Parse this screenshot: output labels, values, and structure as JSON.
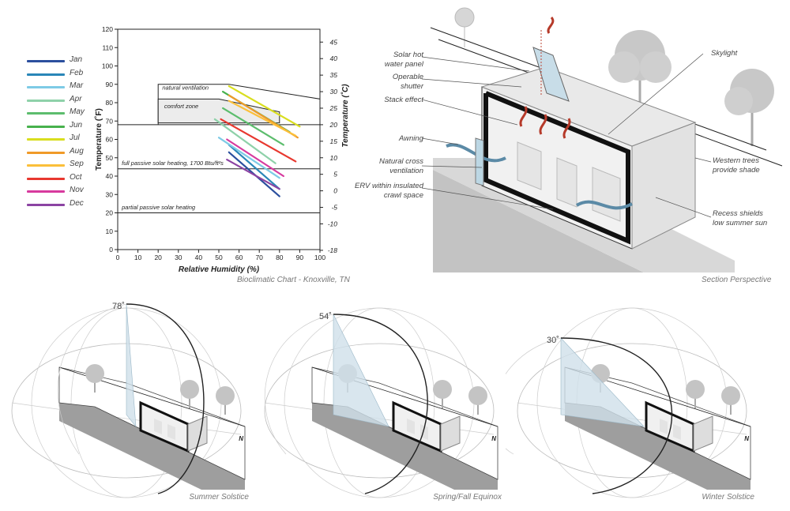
{
  "chart": {
    "caption": "Bioclimatic Chart - Knoxville, TN",
    "ylabel_left": "Temperature (˚F)",
    "ylabel_right": "Temperature (˚C)",
    "xlabel": "Relative Humidity (%)",
    "zones": {
      "natural_ventilation": "natural ventilation",
      "comfort_zone": "comfort zone",
      "full_passive": "full passive solar heating, 1700 Btu/ft²s",
      "partial_passive": "partial passive solar heating"
    }
  },
  "chart_data": {
    "type": "line",
    "xlim": [
      0,
      100
    ],
    "ylim": [
      0,
      120
    ],
    "x_ticks": [
      0,
      10,
      20,
      30,
      40,
      50,
      60,
      70,
      80,
      90,
      100
    ],
    "y_ticks": [
      0,
      10,
      20,
      30,
      40,
      50,
      60,
      70,
      80,
      90,
      100,
      110,
      120
    ],
    "y2_ticks": [
      45,
      40,
      35,
      30,
      25,
      20,
      15,
      10,
      5,
      0,
      -5,
      -10,
      -18
    ],
    "series": [
      {
        "name": "Jan",
        "color": "#2b4f9e",
        "x": [
          55,
          80
        ],
        "y": [
          53,
          29
        ]
      },
      {
        "name": "Feb",
        "color": "#2a86b8",
        "x": [
          55,
          80
        ],
        "y": [
          57,
          33
        ]
      },
      {
        "name": "Mar",
        "color": "#7ecbe6",
        "x": [
          50,
          80
        ],
        "y": [
          61,
          39
        ]
      },
      {
        "name": "Apr",
        "color": "#8ed1a9",
        "x": [
          48,
          78
        ],
        "y": [
          71,
          47
        ]
      },
      {
        "name": "May",
        "color": "#5cbd6d",
        "x": [
          52,
          82
        ],
        "y": [
          77,
          57
        ]
      },
      {
        "name": "Jun",
        "color": "#47b14d",
        "x": [
          52,
          85
        ],
        "y": [
          86,
          64
        ]
      },
      {
        "name": "Jul",
        "color": "#d9de1f",
        "x": [
          55,
          90
        ],
        "y": [
          89,
          67
        ]
      },
      {
        "name": "Aug",
        "color": "#f09a28",
        "x": [
          55,
          89
        ],
        "y": [
          84,
          61
        ]
      },
      {
        "name": "Sep",
        "color": "#fbbf3a",
        "x": [
          55,
          88
        ],
        "y": [
          81,
          62
        ]
      },
      {
        "name": "Oct",
        "color": "#e8382f",
        "x": [
          51,
          88
        ],
        "y": [
          71,
          48
        ]
      },
      {
        "name": "Nov",
        "color": "#d73a9e",
        "x": [
          54,
          82
        ],
        "y": [
          60,
          40
        ]
      },
      {
        "name": "Dec",
        "color": "#8c44a3",
        "x": [
          54,
          80
        ],
        "y": [
          49,
          33
        ]
      }
    ]
  },
  "section": {
    "caption": "Section Perspective",
    "labels": {
      "solar_hot_water": "Solar hot\nwater panel",
      "operable_shutter": "Operable\nshutter",
      "stack_effect": "Stack effect",
      "awning": "Awning",
      "natural_cross": "Natural cross\nventilation",
      "erv": "ERV within insulated\ncrawl space",
      "skylight": "Skylight",
      "western_trees": "Western trees\nprovide shade",
      "recess": "Recess shields\nlow summer sun"
    }
  },
  "sun": [
    {
      "caption": "Summer Solstice",
      "angle": "78˚",
      "north": "N"
    },
    {
      "caption": "Spring/Fall Equinox",
      "angle": "54˚",
      "north": "N"
    },
    {
      "caption": "Winter Solstice",
      "angle": "30˚",
      "north": "N"
    }
  ]
}
